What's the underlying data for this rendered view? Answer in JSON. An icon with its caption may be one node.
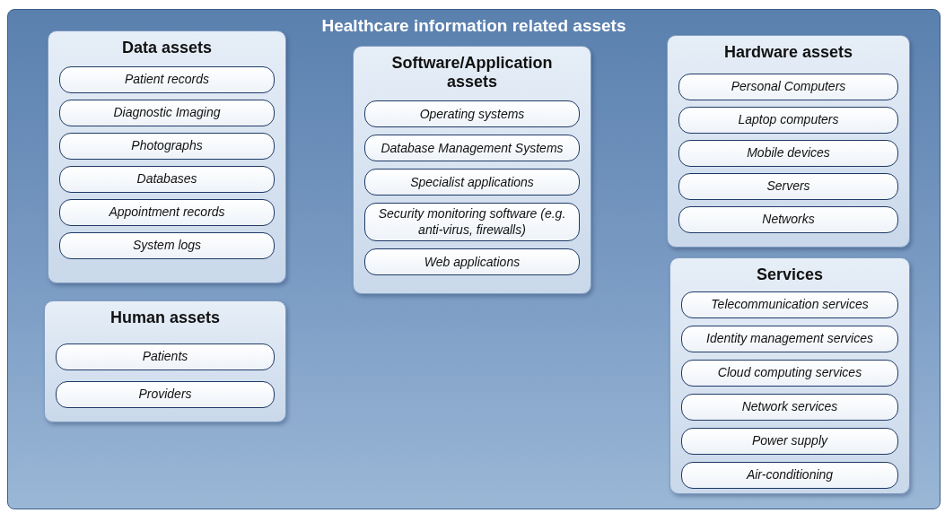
{
  "diagram": {
    "nodes": [
      {
        "text": [
          "Healthcare information related assets"
        ]
      },
      {
        "text": [
          "Data assets"
        ],
        "in": 0
      },
      {
        "text": [
          "Patient records"
        ],
        "in": 1
      },
      {
        "text": [
          "Diagnostic Imaging"
        ],
        "in": 1
      },
      {
        "text": [
          "Photographs"
        ],
        "in": 1
      },
      {
        "text": [
          "Databases"
        ],
        "in": 1
      },
      {
        "text": [
          "Appointment records"
        ],
        "in": 1
      },
      {
        "text": [
          "System logs"
        ],
        "in": 1
      },
      {
        "text": [
          "Human assets"
        ],
        "in": 0
      },
      {
        "text": [
          "Patients"
        ],
        "in": 8
      },
      {
        "text": [
          "Providers"
        ],
        "in": 8
      },
      {
        "text": [
          "Software/Application assets"
        ],
        "in": 0
      },
      {
        "text": [
          "Operating systems"
        ],
        "in": 11
      },
      {
        "text": [
          "Database Management Systems"
        ],
        "in": 11
      },
      {
        "text": [
          "Specialist applications"
        ],
        "in": 11
      },
      {
        "text": [
          "Security monitoring software (e.g. anti-virus, firewalls)"
        ],
        "in": 11
      },
      {
        "text": [
          "Web applications"
        ],
        "in": 11
      },
      {
        "text": [
          "Hardware assets"
        ],
        "in": 0
      },
      {
        "text": [
          "Personal Computers"
        ],
        "in": 17
      },
      {
        "text": [
          "Laptop computers"
        ],
        "in": 17
      },
      {
        "text": [
          "Mobile devices"
        ],
        "in": 17
      },
      {
        "text": [
          "Servers"
        ],
        "in": 17
      },
      {
        "text": [
          "Networks"
        ],
        "in": 17
      },
      {
        "text": [
          "Services"
        ],
        "in": 0
      },
      {
        "text": [
          "Telecommunication services"
        ],
        "in": 23
      },
      {
        "text": [
          "Identity management services"
        ],
        "in": 23
      },
      {
        "text": [
          "Cloud computing services"
        ],
        "in": 23
      },
      {
        "text": [
          "Network services"
        ],
        "in": 23
      },
      {
        "text": [
          "Power supply"
        ],
        "in": 23
      },
      {
        "text": [
          "Air-conditioning"
        ],
        "in": 23
      }
    ],
    "edges": []
  }
}
